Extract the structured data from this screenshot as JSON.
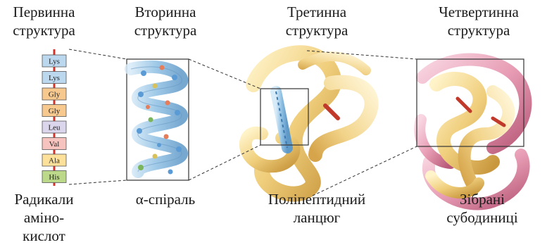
{
  "headers": {
    "primary": [
      "Первинна",
      "структура"
    ],
    "secondary": [
      "Вторинна",
      "структура"
    ],
    "tertiary": [
      "Третинна",
      "структура"
    ],
    "quaternary": [
      "Четвертинна",
      "структура"
    ]
  },
  "captions": {
    "primary": [
      "Радикали",
      "аміно-",
      "кислот"
    ],
    "secondary": [
      "α-спіраль"
    ],
    "tertiary": [
      "Поліпептидний",
      "ланцюг"
    ],
    "quaternary": [
      "Зібрані",
      "субодиниці"
    ]
  },
  "amino_acids": [
    {
      "name": "Lys",
      "color": "#bcd8ee"
    },
    {
      "name": "Lys",
      "color": "#bcd8ee"
    },
    {
      "name": "Gly",
      "color": "#f7c98f"
    },
    {
      "name": "Gly",
      "color": "#f7c98f"
    },
    {
      "name": "Leu",
      "color": "#dcd6ec"
    },
    {
      "name": "Val",
      "color": "#f6c3bf"
    },
    {
      "name": "Ala",
      "color": "#fde19a"
    },
    {
      "name": "His",
      "color": "#bcd98a"
    }
  ],
  "colors": {
    "helix": "#7fb4de",
    "tertiary_ribbon": "#f3d58a",
    "quaternary_pink": "#e79cb4",
    "chain_line": "#d3342a"
  }
}
